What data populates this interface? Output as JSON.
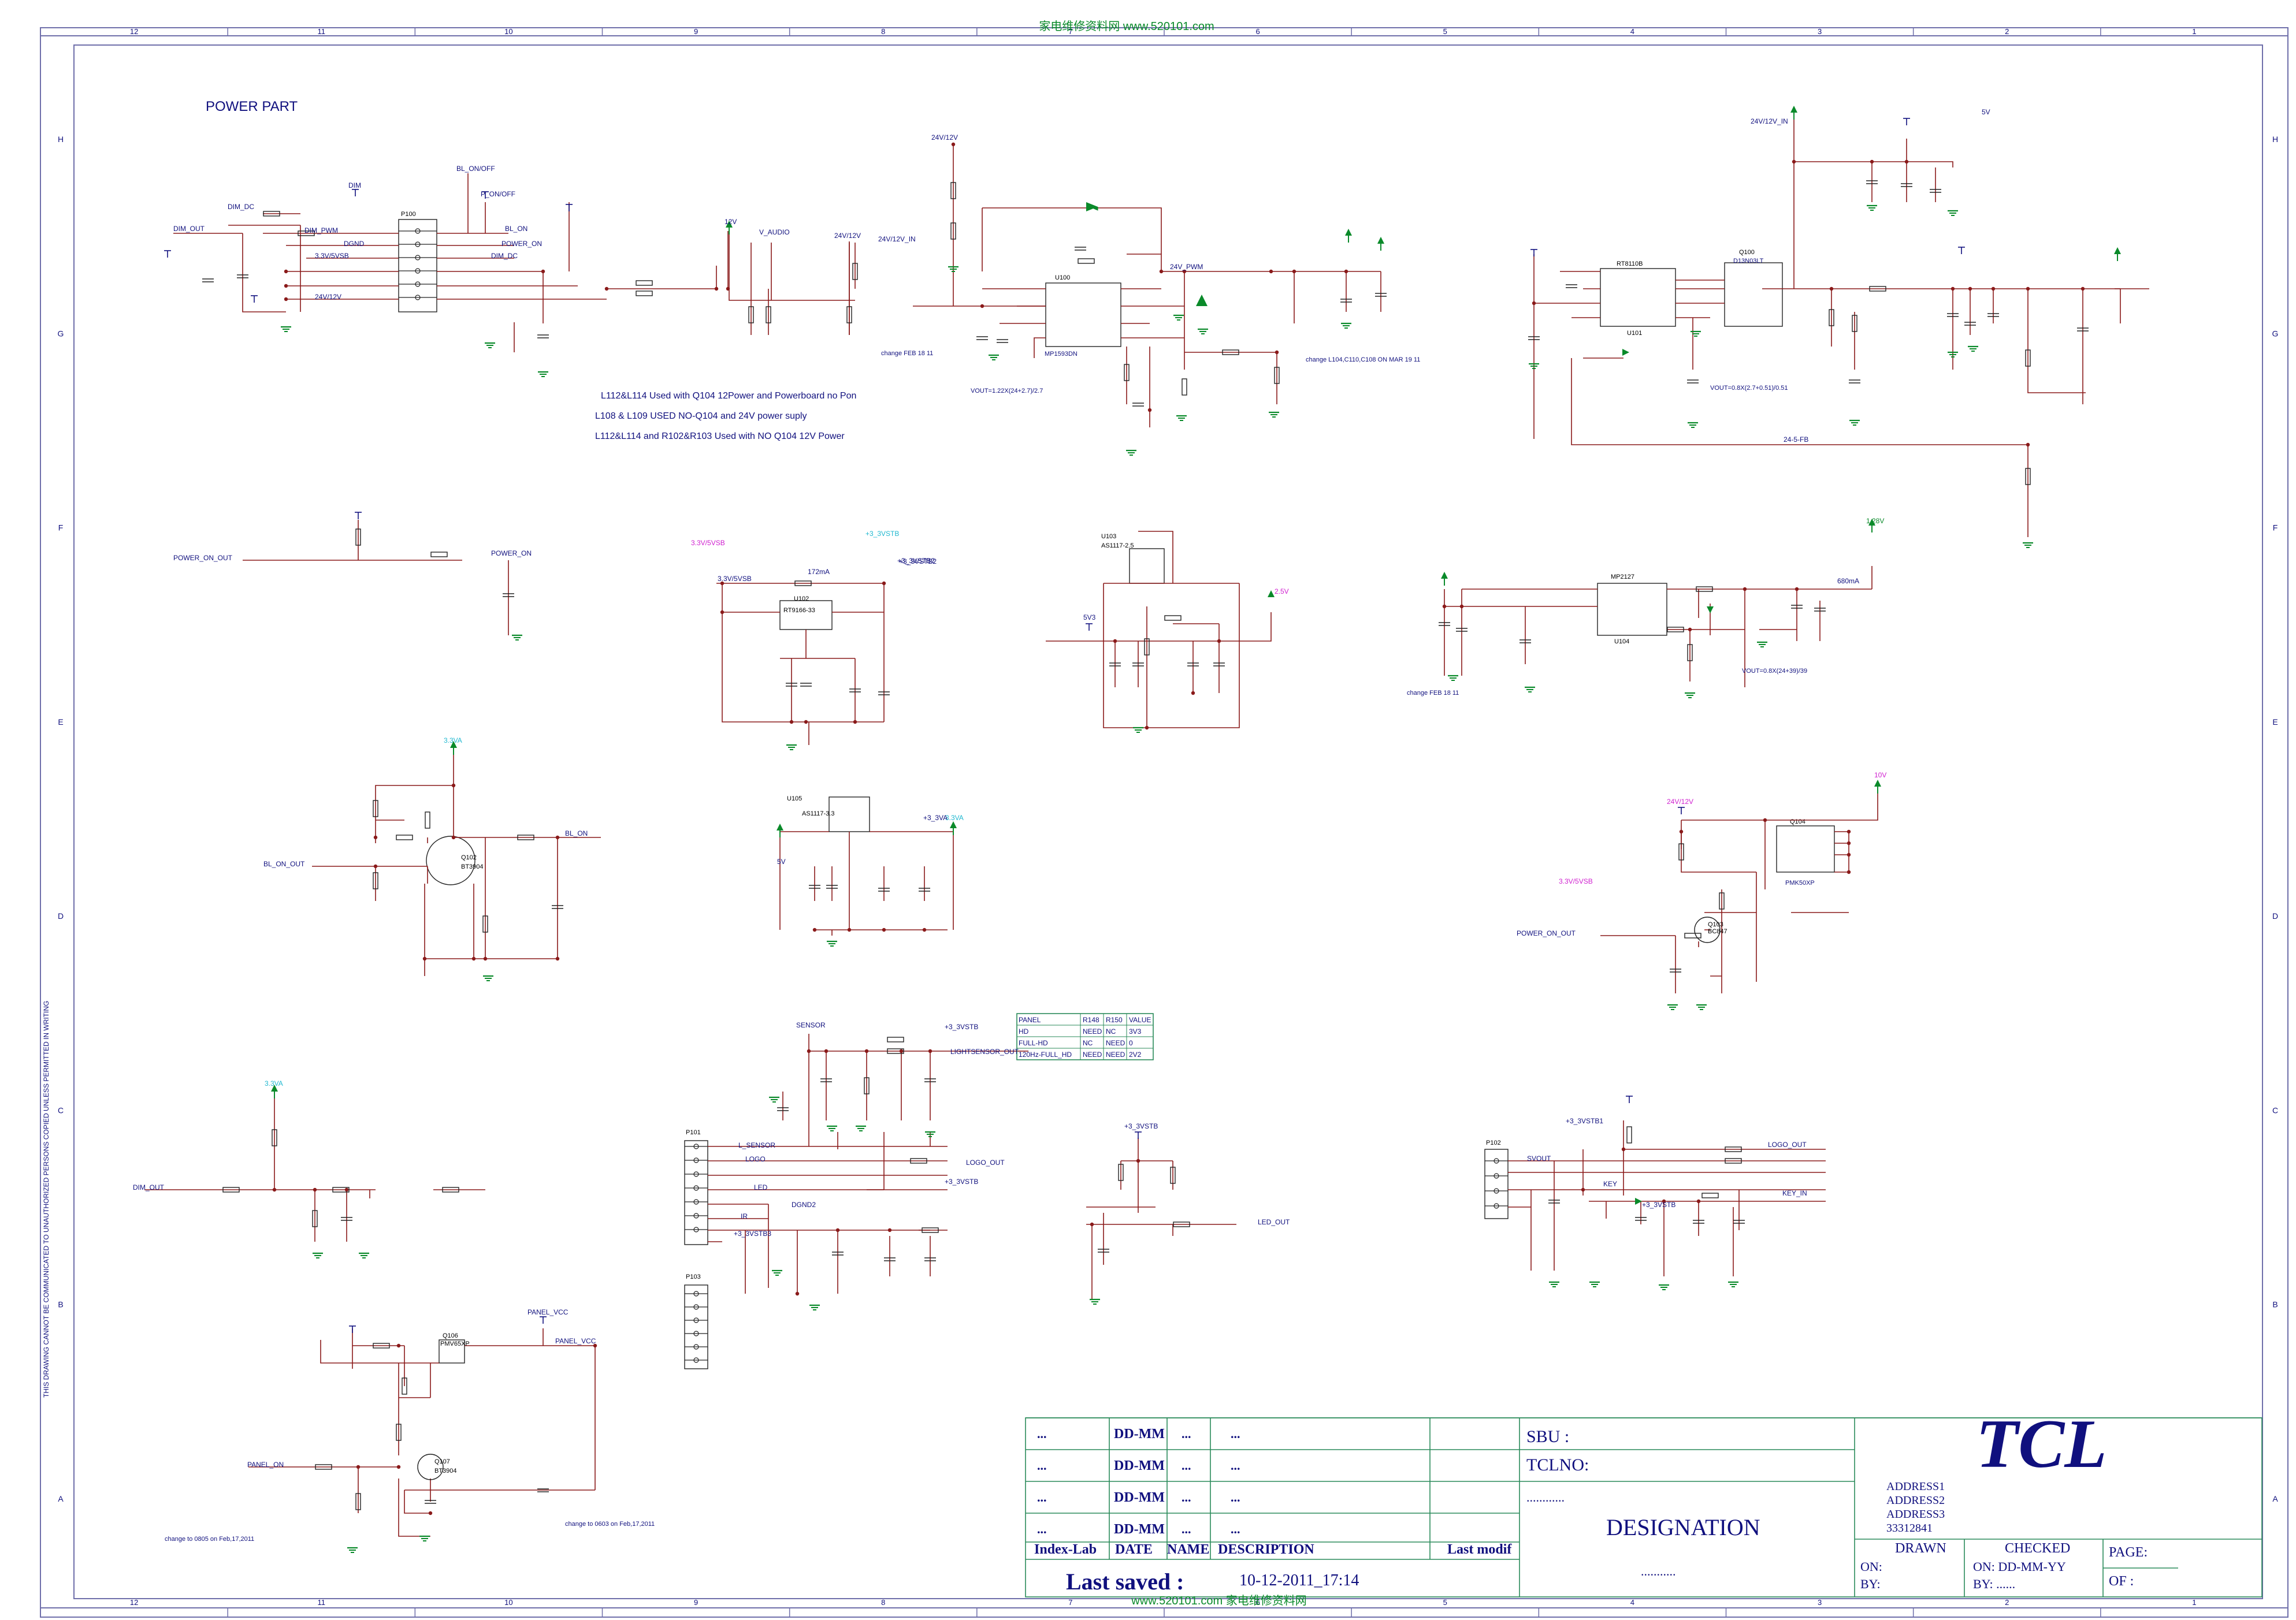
{
  "watermark_top": "家电维修资料网 www.520101.com",
  "watermark_bottom": "www.520101.com 家电维修资料网",
  "sheet_title": "POWER PART",
  "margin_note": "THIS DRAWING CANNOT BE COMMUNICATED TO UNAUTHORIZED PERSONS COPIED UNLESS PERMITTED IN WRITING",
  "col_numbers": [
    "12",
    "11",
    "10",
    "9",
    "8",
    "7",
    "6",
    "5",
    "4",
    "3",
    "2",
    "1"
  ],
  "row_letters": [
    "H",
    "G",
    "F",
    "E",
    "D",
    "C",
    "B",
    "A"
  ],
  "notes": [
    "L112&L114 Used with Q104 12Power and Powerboard no Pon",
    "L108 & L109 USED NO-Q104 and 24V power suply",
    "L112&L114 and R102&R103  Used with NO Q104  12V Power",
    "change FEB 18 11",
    "VOUT=1.22X(24+2.7)/2.7",
    "change L104,C110,C108 ON MAR 19 11",
    "VOUT=0.8X(2.7+0.51)/0.51",
    "change FEB 18 11",
    "VOUT=0.8X(24+39)/39",
    "change to 0805 on Feb,17,2011",
    "change to 0603 on Feb,17,2011"
  ],
  "net_labels": [
    "DIM_OUT",
    "DIM",
    "DIM_DC",
    "DIM_PWM",
    "BL_ON/OFF",
    "P_ON/OFF",
    "BL_ON",
    "POWER_ON",
    "DIM_DC",
    "3.3V/5VSB",
    "DGND",
    "24V/12V",
    "12V",
    "V_AUDIO",
    "24V/12V",
    "24V/12V_IN",
    "24V/12V",
    "24V_PWM",
    "24V/12V_IN",
    "5V",
    "3.3V/5VSB",
    "+3_3VSTB",
    "+3_3VSTB2",
    "POWER_ON_OUT",
    "POWER_ON",
    "3.3V/5VSB",
    "172mA",
    "+3_3VSTB2",
    "2.5V",
    "5V3",
    "1.28V",
    "680mA",
    "24-5-FB",
    "BL_ON_OUT",
    "BL_ON",
    "3.3VA",
    "+3_3VA",
    "5V",
    "3.3VA",
    "10V",
    "24V/12V",
    "POWER_ON_OUT",
    "3.3V/5VSB",
    "SENSOR",
    "+3_3VSTB",
    "LIGHTSENSOR_OUT",
    "L_SENSOR",
    "LOGO",
    "LOGO_OUT",
    "+3_3VSTB",
    "LED",
    "DGND2",
    "IR",
    "+3_3VSTB3",
    "DIM_OUT",
    "LED_OUT",
    "+3_3VSTB",
    "+3_3VSTB1",
    "SVOUT",
    "LOGO_OUT",
    "KEY_IN",
    "KEY",
    "+3_3VSTB",
    "PANEL_VCC",
    "PANEL_VCC",
    "PANEL_ON",
    "3.3VA"
  ],
  "parts": {
    "p100": "P100",
    "u100": "U100",
    "u100_chip": "MP1593DN",
    "u102": "U102",
    "u102_chip": "RT9166-33",
    "u103": "U103",
    "u103_chip": "AS1117-2.5",
    "u105": "U105",
    "u105_chip": "AS1117-3.3",
    "u101_chip": "RT8110B",
    "u101": "U101",
    "q100": "Q100",
    "q100_chip": "D13N03LT",
    "u104": "U104",
    "u104_chip": "MP2127",
    "q104": "Q104",
    "q104_chip": "PMK50XP",
    "q102": "Q102",
    "q102_chip": "BT3904",
    "q103": "Q103",
    "q103_chip": "BC847",
    "q106": "Q106",
    "q106_chip": "PMV65XP",
    "q107": "Q107",
    "q107_chip": "BT3904",
    "p101": "P101",
    "p102": "P102",
    "p103": "P103"
  },
  "value_table": {
    "headers": [
      "PANEL",
      "R148",
      "R150",
      "VALUE"
    ],
    "rows": [
      [
        "HD",
        "NEED",
        "NC",
        "3V3"
      ],
      [
        "FULL-HD",
        "NC",
        "NEED",
        "0"
      ],
      [
        "120Hz-FULL_HD",
        "NEED",
        "NEED",
        "2V2"
      ]
    ]
  },
  "title_block": {
    "rev_cells": [
      "...",
      "...",
      "...",
      "...",
      "...",
      "...",
      "...",
      "...",
      "...",
      "...",
      "...",
      "..."
    ],
    "dd_mm": [
      "DD-MM",
      "DD-MM",
      "DD-MM",
      "DD-MM"
    ],
    "index_lab": "Index-Lab",
    "date": "DATE",
    "name": "NAME",
    "description": "DESCRIPTION",
    "last_modif": "Last modif",
    "last_saved_label": "Last saved :",
    "last_saved_value": "10-12-2011_17:14",
    "sbu": "SBU :",
    "tclno": "TCLNO:",
    "dots": "............",
    "designation": "DESIGNATION",
    "designation_dots": "...........",
    "logo": "TCL",
    "address1": "ADDRESS1",
    "address2": "ADDRESS2",
    "address3": "ADDRESS3",
    "address_no": "33312841",
    "drawn": "DRAWN",
    "checked": "CHECKED",
    "on_label": "ON:",
    "by_label": "BY:",
    "checked_on": "ON: DD-MM-YY",
    "checked_by": "BY: ......",
    "page": "PAGE:",
    "of": "OF :"
  }
}
